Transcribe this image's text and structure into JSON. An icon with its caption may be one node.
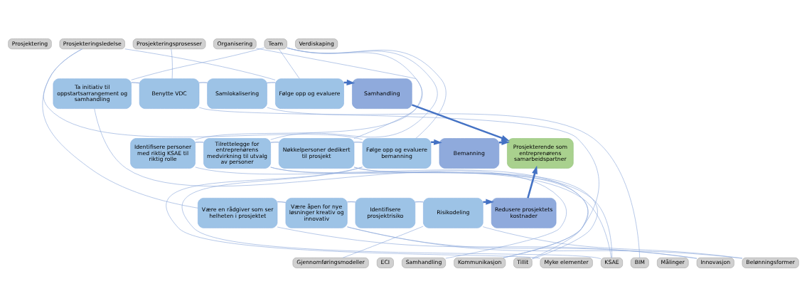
{
  "diagram": {
    "nodes": [
      {
        "text": [
          "Prosjektering"
        ]
      },
      {
        "text": [
          "Prosjekteringsledelse"
        ]
      },
      {
        "text": [
          "Prosjekteringsprosesser"
        ]
      },
      {
        "text": [
          "Organisering"
        ]
      },
      {
        "text": [
          "Team"
        ]
      },
      {
        "text": [
          "Verdiskaping"
        ]
      },
      {
        "text": [
          "Ta initiativ til oppstartsarrangement og samhandling"
        ]
      },
      {
        "text": [
          "Benytte VDC"
        ]
      },
      {
        "text": [
          "Samlokalisering"
        ]
      },
      {
        "text": [
          "Følge opp og evaluere"
        ]
      },
      {
        "text": [
          "Samhandling"
        ]
      },
      {
        "text": [
          "Identifisere personer med riktig KSAE til riktig rolle"
        ]
      },
      {
        "text": [
          "Tilrettelegge for entreprenørens medvirkning til utvalg av personer"
        ]
      },
      {
        "text": [
          "Nøkkelpersoner dedikert til prosjekt"
        ]
      },
      {
        "text": [
          "Følge opp og evaluere bemanning"
        ]
      },
      {
        "text": [
          "Bemanning"
        ]
      },
      {
        "text": [
          "Være en rådgiver som ser helheten i prosjektet"
        ]
      },
      {
        "text": [
          "Være åpen for nye løsninger kreativ og innovativ"
        ]
      },
      {
        "text": [
          "Identifisere prosjektrisiko"
        ]
      },
      {
        "text": [
          "Risikodeling"
        ]
      },
      {
        "text": [
          "Redusere prosjektets kostnader"
        ]
      },
      {
        "text": [
          "Prosjekterende som entreprenørens samarbeidspartner"
        ]
      },
      {
        "text": [
          "Gjennomføringsmodeller"
        ]
      },
      {
        "text": [
          "ECI"
        ]
      },
      {
        "text": [
          "Samhandling"
        ]
      },
      {
        "text": [
          "Kommunikasjon"
        ]
      },
      {
        "text": [
          "Tillit"
        ]
      },
      {
        "text": [
          "Myke elementer"
        ]
      },
      {
        "text": [
          "KSAE"
        ]
      },
      {
        "text": [
          "BIM"
        ]
      },
      {
        "text": [
          "Målinger"
        ]
      },
      {
        "text": [
          "Innovasjon"
        ]
      },
      {
        "text": [
          "Belønningsformer"
        ]
      }
    ],
    "edges": [
      {
        "from": 6,
        "to": 7,
        "arrow": "none",
        "color": "#4472c4"
      },
      {
        "from": 7,
        "to": 8,
        "arrow": "none",
        "color": "#4472c4"
      },
      {
        "from": 8,
        "to": 9,
        "arrow": "none",
        "color": "#4472c4"
      },
      {
        "from": 9,
        "to": 10,
        "arrow": "to",
        "style": "thick",
        "color": "#4472c4"
      },
      {
        "from": 11,
        "to": 12,
        "arrow": "none",
        "color": "#4472c4"
      },
      {
        "from": 12,
        "to": 13,
        "arrow": "none",
        "color": "#4472c4"
      },
      {
        "from": 13,
        "to": 14,
        "arrow": "none",
        "color": "#4472c4"
      },
      {
        "from": 14,
        "to": 15,
        "arrow": "to",
        "style": "thick",
        "color": "#4472c4"
      },
      {
        "from": 16,
        "to": 17,
        "arrow": "none",
        "color": "#4472c4"
      },
      {
        "from": 17,
        "to": 18,
        "arrow": "none",
        "color": "#4472c4"
      },
      {
        "from": 18,
        "to": 19,
        "arrow": "none",
        "color": "#4472c4"
      },
      {
        "from": 19,
        "to": 20,
        "arrow": "to",
        "style": "thick",
        "color": "#4472c4"
      },
      {
        "from": 10,
        "to": 21,
        "arrow": "to",
        "style": "thick",
        "color": "#4472c4"
      },
      {
        "from": 15,
        "to": 21,
        "arrow": "to",
        "style": "thick",
        "color": "#4472c4"
      },
      {
        "from": 20,
        "to": 21,
        "arrow": "to",
        "style": "thick",
        "color": "#4472c4"
      },
      {
        "from": 1,
        "to": 16,
        "arrow": "none"
      },
      {
        "from": 1,
        "to": 9,
        "arrow": "none"
      },
      {
        "from": 1,
        "to": 14,
        "arrow": "none"
      },
      {
        "from": 2,
        "to": 7,
        "arrow": "none"
      },
      {
        "from": 3,
        "to": 13,
        "arrow": "none"
      },
      {
        "from": 4,
        "to": 6,
        "arrow": "none"
      },
      {
        "from": 4,
        "to": 11,
        "arrow": "none"
      },
      {
        "from": 4,
        "to": 12,
        "arrow": "none"
      },
      {
        "from": 4,
        "to": 9,
        "arrow": "none"
      },
      {
        "from": 4,
        "to": 14,
        "arrow": "none"
      },
      {
        "from": 6,
        "to": 24,
        "arrow": "none"
      },
      {
        "from": 7,
        "to": 25,
        "arrow": "none"
      },
      {
        "from": 13,
        "to": 25,
        "arrow": "none"
      },
      {
        "from": 13,
        "to": 26,
        "arrow": "none"
      },
      {
        "from": 12,
        "to": 26,
        "arrow": "none"
      },
      {
        "from": 11,
        "to": 28,
        "arrow": "none"
      },
      {
        "from": 14,
        "to": 27,
        "arrow": "none"
      },
      {
        "from": 14,
        "to": 28,
        "arrow": "none"
      },
      {
        "from": 12,
        "to": 28,
        "arrow": "none"
      },
      {
        "from": 8,
        "to": 29,
        "arrow": "none"
      },
      {
        "from": 17,
        "to": 31,
        "arrow": "none"
      },
      {
        "from": 16,
        "to": 31,
        "arrow": "none"
      },
      {
        "from": 19,
        "to": 22,
        "arrow": "none"
      },
      {
        "from": 19,
        "to": 32,
        "arrow": "none"
      },
      {
        "from": 17,
        "to": 32,
        "arrow": "none"
      }
    ]
  }
}
